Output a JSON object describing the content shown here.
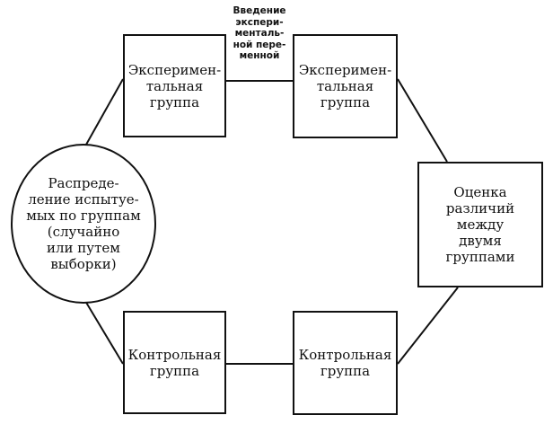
{
  "diagram": {
    "nodes": {
      "distribution": {
        "label": "Распреде-\nление испытуе-\nмых по группам\n(случайно\nили путем\nвыборки)"
      },
      "experimental_1": {
        "label": "Эксперимен-\nтальная\nгруппа"
      },
      "experimental_2": {
        "label": "Эксперимен-\nтальная\nгруппа"
      },
      "control_1": {
        "label": "Контрольная\nгруппа"
      },
      "control_2": {
        "label": "Контрольная\nгруппа"
      },
      "evaluation": {
        "label": "Оценка\nразличий\nмежду\nдвумя\nгруппами"
      }
    },
    "annotations": {
      "treatment": "Введение\nэкспери-\nменталь-\nной пере-\nменной"
    },
    "edges": [
      {
        "from": "distribution",
        "to": "experimental_1"
      },
      {
        "from": "experimental_1",
        "to": "experimental_2"
      },
      {
        "from": "experimental_2",
        "to": "evaluation"
      },
      {
        "from": "distribution",
        "to": "control_1"
      },
      {
        "from": "control_1",
        "to": "control_2"
      },
      {
        "from": "control_2",
        "to": "evaluation"
      }
    ]
  }
}
